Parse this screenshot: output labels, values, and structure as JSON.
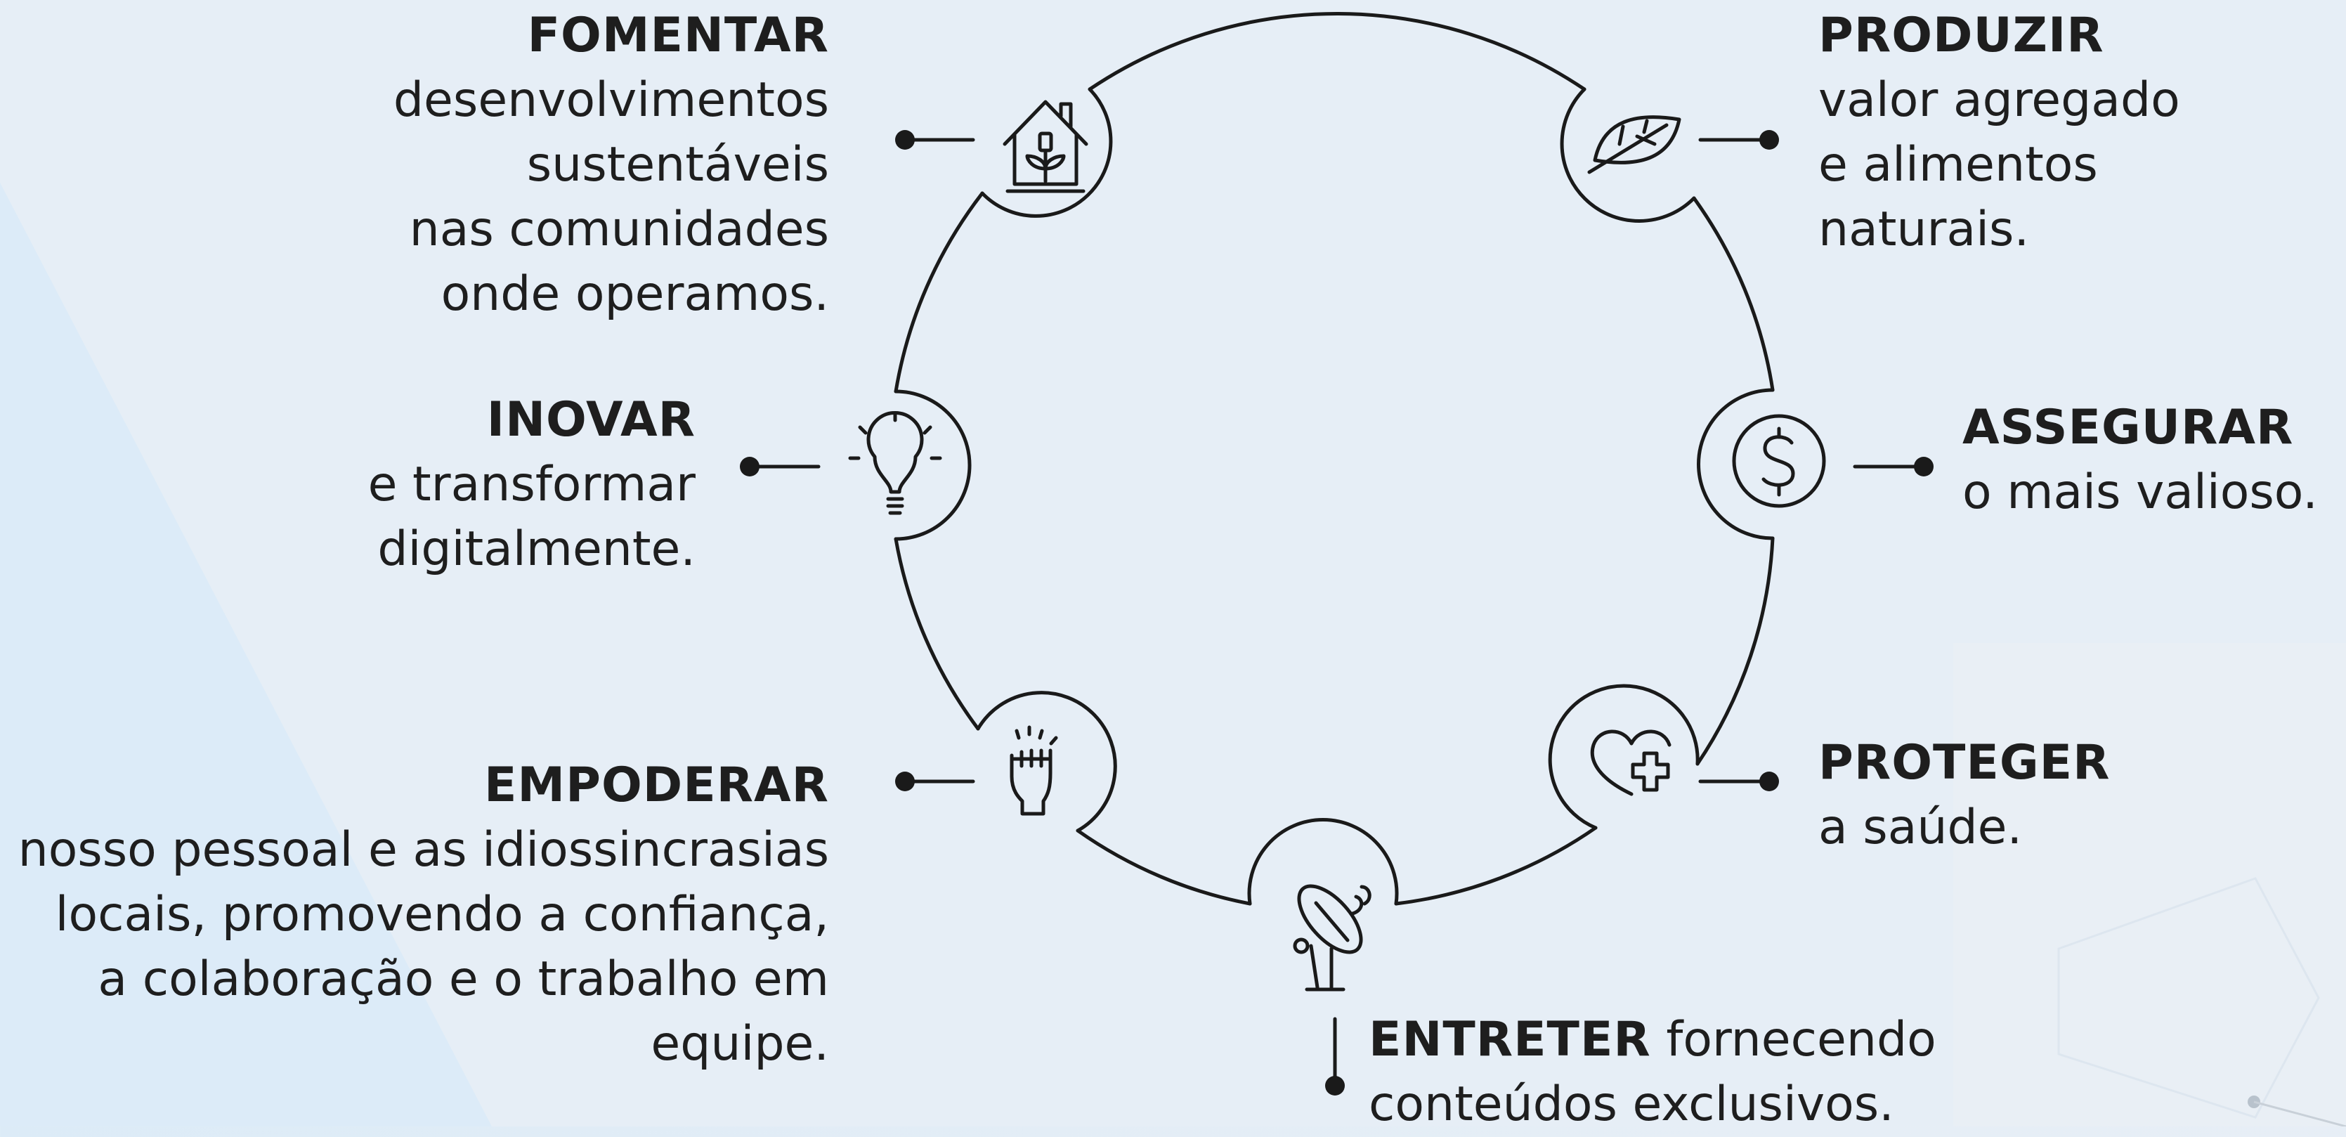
{
  "colors": {
    "stroke": "#1a1a1a",
    "background": "#e3edf6"
  },
  "items": {
    "fomentar": {
      "title": "FOMENTAR",
      "lines": [
        "desenvolvimentos",
        "sustentáveis",
        "nas comunidades",
        "onde operamos."
      ],
      "icon": "house-plant-icon"
    },
    "inovar": {
      "title": "INOVAR",
      "lines": [
        "e transformar",
        "digitalmente."
      ],
      "icon": "lightbulb-icon"
    },
    "empoderar": {
      "title": "EMPODERAR",
      "lines": [
        "nosso pessoal e as idiossincrasias",
        "locais, promovendo a confiança,",
        "a colaboração e o trabalho em",
        "equipe."
      ],
      "icon": "raised-fist-icon"
    },
    "produzir": {
      "title": "PRODUZIR",
      "lines": [
        "valor agregado",
        "e alimentos",
        "naturais."
      ],
      "icon": "leaf-icon"
    },
    "assegurar": {
      "title": "ASSEGURAR",
      "lines": [
        "o mais valioso."
      ],
      "icon": "dollar-coin-icon"
    },
    "proteger": {
      "title": "PROTEGER",
      "lines": [
        "a saúde."
      ],
      "icon": "heart-plus-icon"
    },
    "entreter": {
      "title": "ENTRETER",
      "inline_text": " fornecendo",
      "lines": [
        "conteúdos exclusivos."
      ],
      "icon": "satellite-dish-icon"
    }
  }
}
